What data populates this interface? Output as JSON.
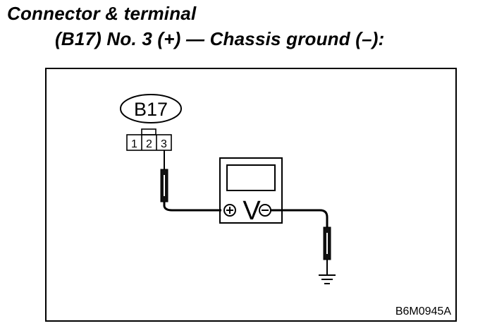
{
  "heading": {
    "line1": "Connector & terminal",
    "line2": "(B17) No. 3 (+) — Chassis ground (–):"
  },
  "connector": {
    "id_label": "B17",
    "pins": [
      "1",
      "2",
      "3"
    ]
  },
  "voltmeter": {
    "symbol": "V",
    "positive_symbol": "⊕",
    "negative_symbol": "⊖"
  },
  "ground_symbol": "chassis-ground-icon",
  "figure_code": "B6M0945A"
}
